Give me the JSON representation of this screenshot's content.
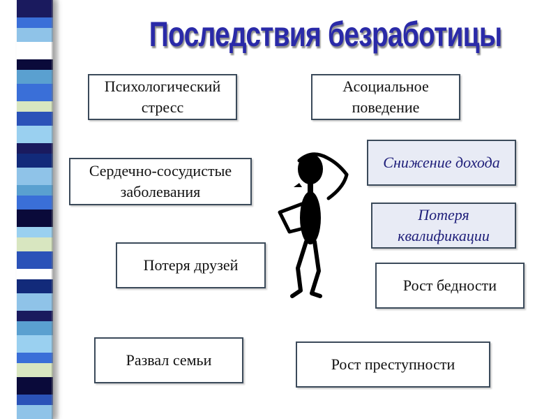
{
  "title": "Последствия безработицы",
  "boxes": [
    {
      "text": "Психологический стресс",
      "style": "normal"
    },
    {
      "text": "Асоциальное поведение",
      "style": "normal"
    },
    {
      "text": "Сердечно-сосудистые заболевания",
      "style": "normal"
    },
    {
      "text": "Снижение дохода",
      "style": "italic"
    },
    {
      "text": "Потеря квалификации",
      "style": "italic"
    },
    {
      "text": "Потеря друзей",
      "style": "normal"
    },
    {
      "text": "Рост бедности",
      "style": "normal"
    },
    {
      "text": "Развал семьи",
      "style": "normal"
    },
    {
      "text": "Рост преступности",
      "style": "normal"
    }
  ],
  "colors": {
    "title": "#2a2aa8",
    "box_border": "#3b4a5a",
    "italic_box_bg": "#e8ebf5",
    "italic_text": "#1f1f7a",
    "stripes": [
      "#1a1a5e",
      "#3a6fd8",
      "#8fc3e8",
      "#ffffff",
      "#0a0a3a",
      "#5aa0d0",
      "#d8e6c0",
      "#2b52b8",
      "#9ad0f0",
      "#122a7a"
    ]
  },
  "icons": {
    "figure": "thinking-person-icon"
  }
}
